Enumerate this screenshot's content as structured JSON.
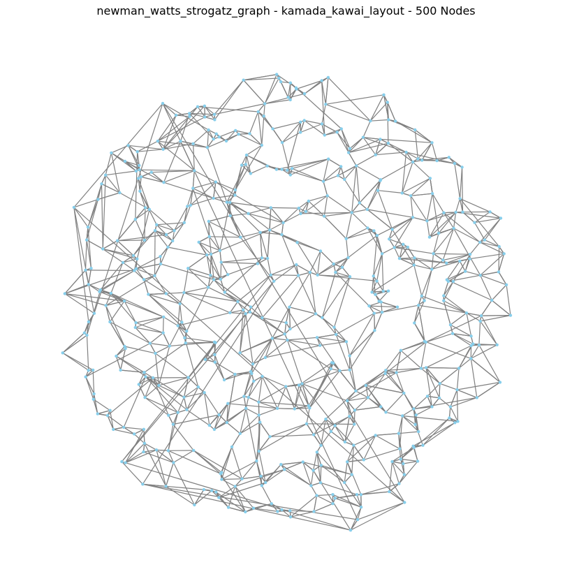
{
  "title": "newman_watts_strogatz_graph - kamada_kawai_layout - 500 Nodes",
  "graph": {
    "type": "network",
    "generator": "newman_watts_strogatz_graph",
    "layout": "kamada_kawai_layout",
    "node_count": 500,
    "node_color": "#87ceeb",
    "edge_color": "#808080"
  }
}
